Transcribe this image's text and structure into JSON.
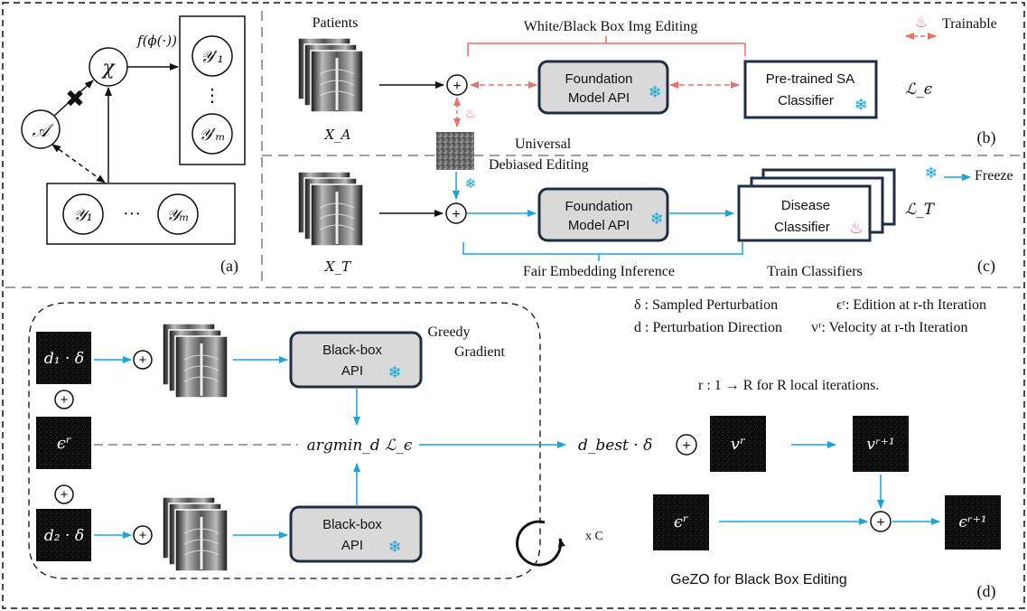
{
  "panel_a": {
    "label": "(a)",
    "node_chi": "χ",
    "node_a": "𝒜",
    "func": "f(ϕ(·))",
    "y1p": "𝒴′₁",
    "vdots": "⋮",
    "ymp": "𝒴′ₘ",
    "y1": "𝒴₁",
    "ydots": "···",
    "ym": "𝒴ₘ"
  },
  "panel_b": {
    "label": "(b)",
    "patients": "Patients",
    "xa": "X_A",
    "header": "White/Black Box Img Editing",
    "fm_line1": "Foundation",
    "fm_line2": "Model API",
    "clf_line1": "Pre-trained SA",
    "clf_line2": "Classifier",
    "loss": "ℒ_ϵ",
    "trainable": "Trainable"
  },
  "middle": {
    "universal": "Universal",
    "debiased": "Debiased Editing"
  },
  "panel_c": {
    "label": "(c)",
    "xt": "X_T",
    "fm_line1": "Foundation",
    "fm_line2": "Model API",
    "clf_line1": "Disease",
    "clf_line2": "Classifier",
    "loss": "ℒ_T",
    "freeze": "Freeze",
    "fair": "Fair Embedding Inference",
    "train": "Train Classifiers"
  },
  "panel_d": {
    "label": "(d)",
    "legend_delta": "δ : Sampled Perturbation",
    "legend_eps": "ϵʳ: Edition at r-th Iteration",
    "legend_d": "d : Perturbation Direction",
    "legend_v": "vʳ: Velocity at r-th Iteration",
    "greedy1": "Greedy",
    "greedy2": "Gradient",
    "d1": "d₁ · δ",
    "d2": "d₂ · δ",
    "eps_r": "ϵʳ",
    "bb1_line1": "Black-box",
    "bb1_line2": "API",
    "bb2_line1": "Black-box",
    "bb2_line2": "API",
    "argmin": "argmin_d ℒ_ϵ",
    "dbest": "d_best · δ",
    "iter": "r : 1  → R  for R local iterations.",
    "v_r": "vʳ",
    "v_r1": "vʳ⁺¹",
    "eps_r2": "ϵʳ",
    "eps_r1": "ϵʳ⁺¹",
    "xc": "x C",
    "gezo": "GeZO for Black Box Editing"
  },
  "colors": {
    "blue": "#1aa3dc",
    "red": "#e8716c",
    "gray_box": "#d9d9d9",
    "dashed": "#9e9e9e"
  }
}
